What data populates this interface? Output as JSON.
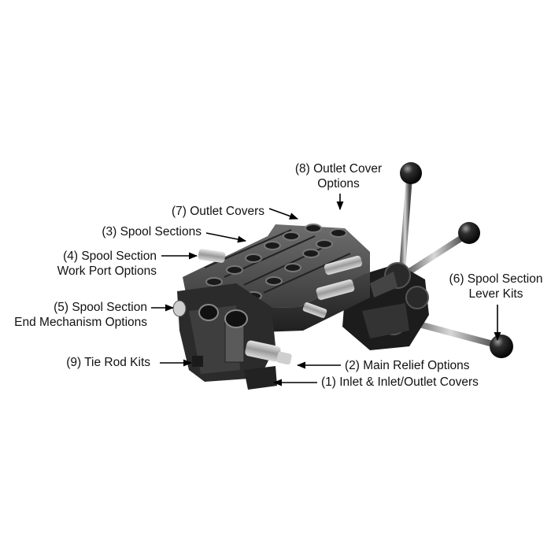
{
  "labels": {
    "inlet_covers": "(1) Inlet & Inlet/Outlet Covers",
    "main_relief": "(2) Main Relief Options",
    "spool_sections": "(3) Spool Sections",
    "work_port": {
      "line1": "(4) Spool Section",
      "line2": "Work Port Options"
    },
    "end_mechanism": {
      "line1": "(5) Spool Section",
      "line2": "End Mechanism Options"
    },
    "lever_kits": {
      "line1": "(6) Spool Section",
      "line2": "Lever Kits"
    },
    "outlet_covers": "(7) Outlet Covers",
    "outlet_cover_options": {
      "line1": "(8) Outlet Cover",
      "line2": "Options"
    },
    "tie_rod_kits": "(9) Tie Rod Kits"
  },
  "colors": {
    "text": "#111111",
    "metal_dark": "#2a2a2a",
    "metal_mid": "#4a4a4a",
    "metal_light": "#8a8a8a",
    "arrow": "#000000"
  }
}
